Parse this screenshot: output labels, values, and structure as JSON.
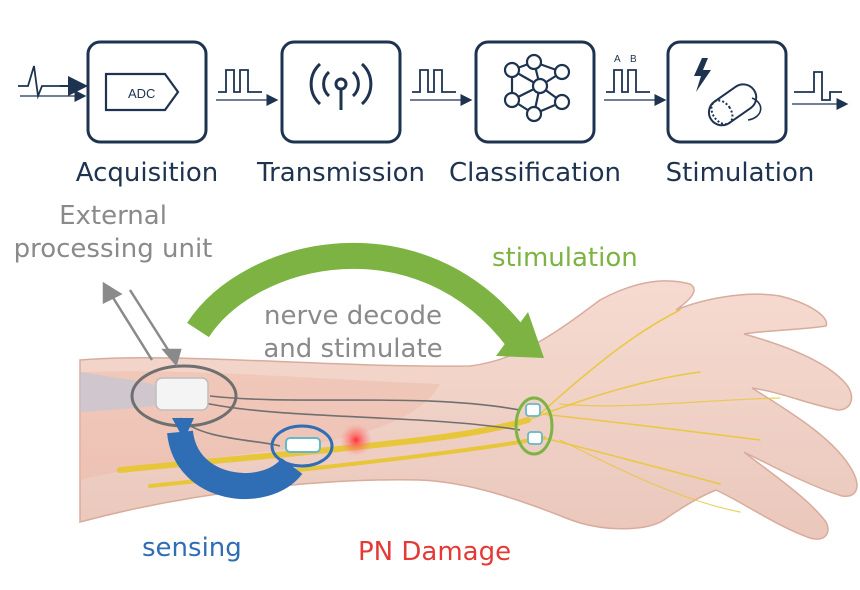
{
  "pipeline": {
    "stages": [
      {
        "label": "Acquisition",
        "icon": "adc-chip-icon",
        "icon_text": "ADC"
      },
      {
        "label": "Transmission",
        "icon": "wireless-antenna-icon"
      },
      {
        "label": "Classification",
        "icon": "neural-network-icon"
      },
      {
        "label": "Stimulation",
        "icon": "nerve-cuff-stimulator-icon"
      }
    ],
    "pulse_labels": {
      "a": "A",
      "b": "B"
    },
    "stroke_color": "#1e3350"
  },
  "illustration": {
    "external_unit": "External\nprocessing unit",
    "loop_label": "nerve decode\nand stimulate",
    "stimulation": "stimulation",
    "sensing": "sensing",
    "damage": "PN Damage",
    "colors": {
      "stimulation": "#7cb342",
      "sensing": "#2f6db5",
      "damage": "#e53935",
      "annotation": "#8a8a8a",
      "nerve": "#e8c63a"
    }
  }
}
